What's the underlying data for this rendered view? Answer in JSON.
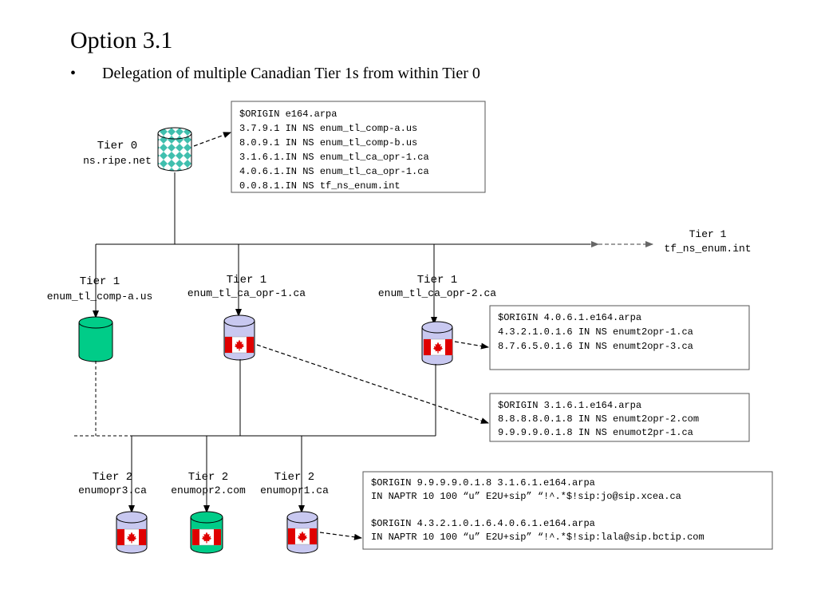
{
  "slide": {
    "title": "Option 3.1",
    "bullet_marker": "•",
    "bullet": "Delegation of multiple Canadian Tier 1s from within Tier 0"
  },
  "nodes": {
    "tier0": {
      "tier": "Tier 0",
      "name": "ns.ripe.net",
      "icon": "dns-database-icon",
      "color": "#3fbfae"
    },
    "tier1_ext": {
      "tier": "Tier 1",
      "name": "tf_ns_enum.int"
    },
    "tier1_comp_a": {
      "tier": "Tier 1",
      "name": "enum_tl_comp-a.us",
      "icon": "database-icon",
      "color": "#00cc88"
    },
    "tier1_ca_opr1": {
      "tier": "Tier 1",
      "name": "enum_tl_ca_opr-1.ca",
      "icon": "canadian-database-icon",
      "color": "#c8c8f0"
    },
    "tier1_ca_opr2": {
      "tier": "Tier 1",
      "name": "enum_tl_ca_opr-2.ca",
      "icon": "canadian-database-icon",
      "color": "#c8c8f0"
    },
    "tier2_opr3": {
      "tier": "Tier 2",
      "name": "enumopr3.ca",
      "icon": "canadian-database-icon",
      "color": "#c8c8f0"
    },
    "tier2_opr2": {
      "tier": "Tier 2",
      "name": "enumopr2.com",
      "icon": "canadian-database-icon",
      "color": "#00cc88"
    },
    "tier2_opr1": {
      "tier": "Tier 2",
      "name": "enumopr1.ca",
      "icon": "canadian-database-icon",
      "color": "#c8c8f0"
    }
  },
  "records": {
    "tier0_zone": [
      "$ORIGIN e164.arpa",
      "3.7.9.1 IN NS enum_tl_comp-a.us",
      "8.0.9.1 IN NS enum_tl_comp-b.us",
      "3.1.6.1.IN NS enum_tl_ca_opr-1.ca",
      "4.0.6.1.IN NS enum_tl_ca_opr-1.ca",
      "0.0.8.1.IN NS tf_ns_enum.int"
    ],
    "opr2_zone": [
      "$ORIGIN 4.0.6.1.e164.arpa",
      "4.3.2.1.0.1.6 IN NS enumt2opr-1.ca",
      "8.7.6.5.0.1.6 IN NS enumt2opr-3.ca"
    ],
    "opr1_zone": [
      "$ORIGIN 3.1.6.1.e164.arpa",
      "8.8.8.8.0.1.8 IN NS enumt2opr-2.com",
      "9.9.9.9.0.1.8 IN NS enumot2pr-1.ca"
    ],
    "naptr_zone": [
      "$ORIGIN 9.9.9.9.0.1.8 3.1.6.1.e164.arpa",
      "IN NAPTR 10 100 “u” E2U+sip” “!^.*$!sip:jo@sip.xcea.ca",
      "",
      "$ORIGIN 4.3.2.1.0.1.6.4.0.6.1.e164.arpa",
      "IN NAPTR 10 100 “u” E2U+sip” “!^.*$!sip:lala@sip.bctip.com"
    ]
  },
  "colors": {
    "line": "#000000",
    "box_border": "#555555",
    "flag_red": "#e00000",
    "tier0_pattern": "#3fbfae",
    "arrow_gray": "#666666"
  }
}
